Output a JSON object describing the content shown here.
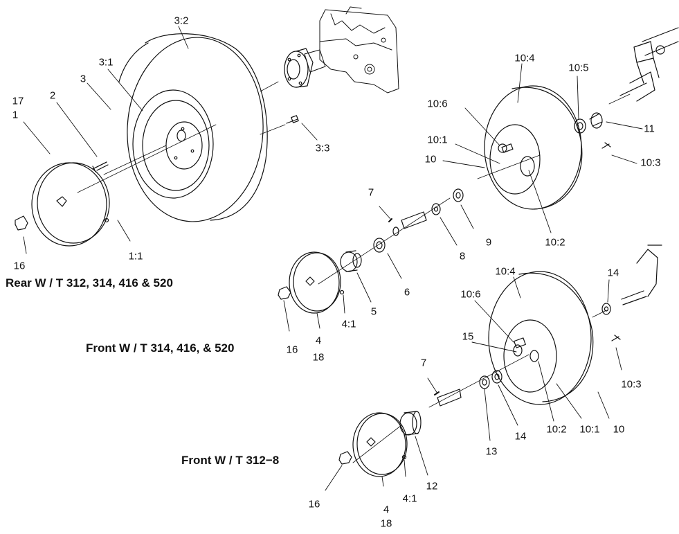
{
  "titles": {
    "rear": "Rear W / T 312, 314, 416 & 520",
    "front_a": "Front W / T 314, 416, & 520",
    "front_b": "Front W / T 312−8"
  },
  "labels": {
    "l_3_2": "3:2",
    "l_3_1": "3:1",
    "l_3": "3",
    "l_2": "2",
    "l_17": "17",
    "l_1": "1",
    "l_16a": "16",
    "l_1_1": "1:1",
    "l_3_3": "3:3",
    "l_10_4a": "10:4",
    "l_10_5": "10:5",
    "l_10_6a": "10:6",
    "l_10_1a": "10:1",
    "l_10a": "10",
    "l_11": "11",
    "l_10_3a": "10:3",
    "l_10_2a": "10:2",
    "l_7a": "7",
    "l_9": "9",
    "l_8": "8",
    "l_6": "6",
    "l_5": "5",
    "l_4_1a": "4:1",
    "l_4a": "4",
    "l_18a": "18",
    "l_16b": "16",
    "l_10_4b": "10:4",
    "l_14a": "14",
    "l_10_6b": "10:6",
    "l_15": "15",
    "l_10_3b": "10:3",
    "l_7b": "7",
    "l_13": "13",
    "l_14b": "14",
    "l_10_2b": "10:2",
    "l_10_1b": "10:1",
    "l_10b": "10",
    "l_12": "12",
    "l_4_1b": "4:1",
    "l_4b": "4",
    "l_18b": "18",
    "l_16c": "16"
  }
}
